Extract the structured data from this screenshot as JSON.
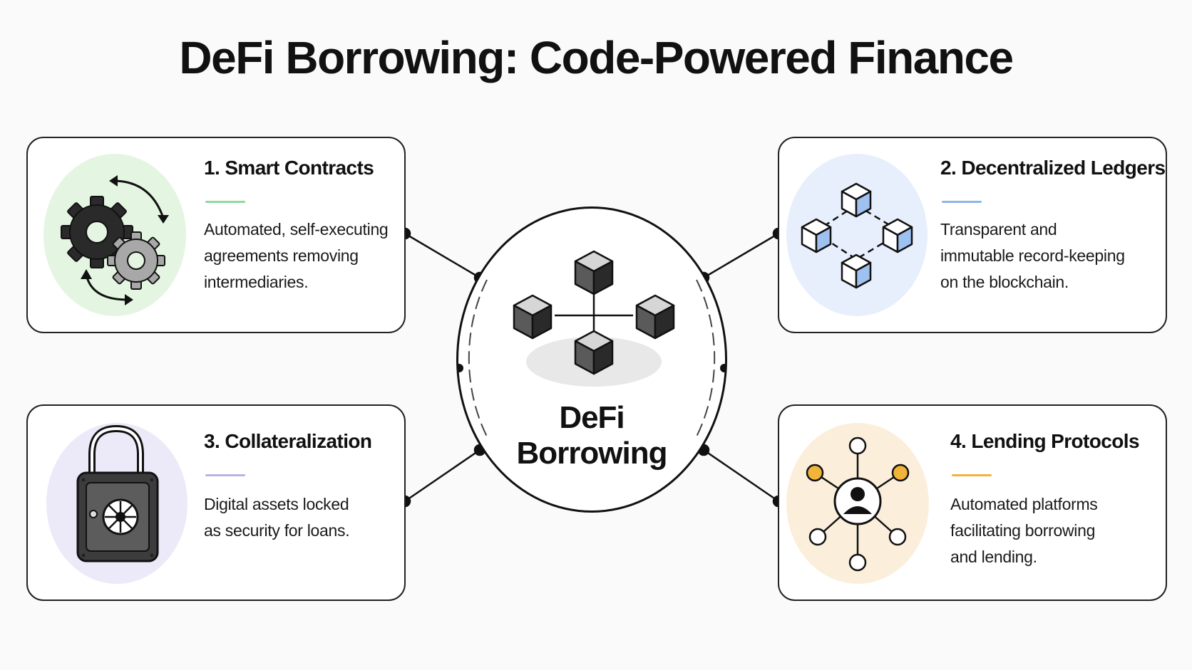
{
  "title": "DeFi Borrowing: Code-Powered Finance",
  "hub": {
    "line1": "DeFi",
    "line2": "Borrowing"
  },
  "cards": [
    {
      "title": "1. Smart Contracts",
      "desc": [
        "Automated, self-executing",
        "agreements removing",
        "intermediaries."
      ],
      "accent": "#8fd99a",
      "bg": "#e4f6e2",
      "icon": "gears-icon"
    },
    {
      "title": "2. Decentralized Ledgers",
      "desc": [
        "Transparent and",
        "immutable record-keeping",
        "on the blockchain."
      ],
      "accent": "#8fb4ea",
      "bg": "#e8effc",
      "icon": "blockchain-icon"
    },
    {
      "title": "3. Collateralization",
      "desc": [
        "Digital assets locked",
        "as security for loans."
      ],
      "accent": "#b9b2e4",
      "bg": "#ece9f8",
      "icon": "padlock-safe-icon"
    },
    {
      "title": "4. Lending Protocols",
      "desc": [
        "Automated platforms",
        "facilitating borrowing",
        "and lending."
      ],
      "accent": "#f0b43a",
      "bg": "#fbefdc",
      "icon": "network-user-icon"
    }
  ]
}
